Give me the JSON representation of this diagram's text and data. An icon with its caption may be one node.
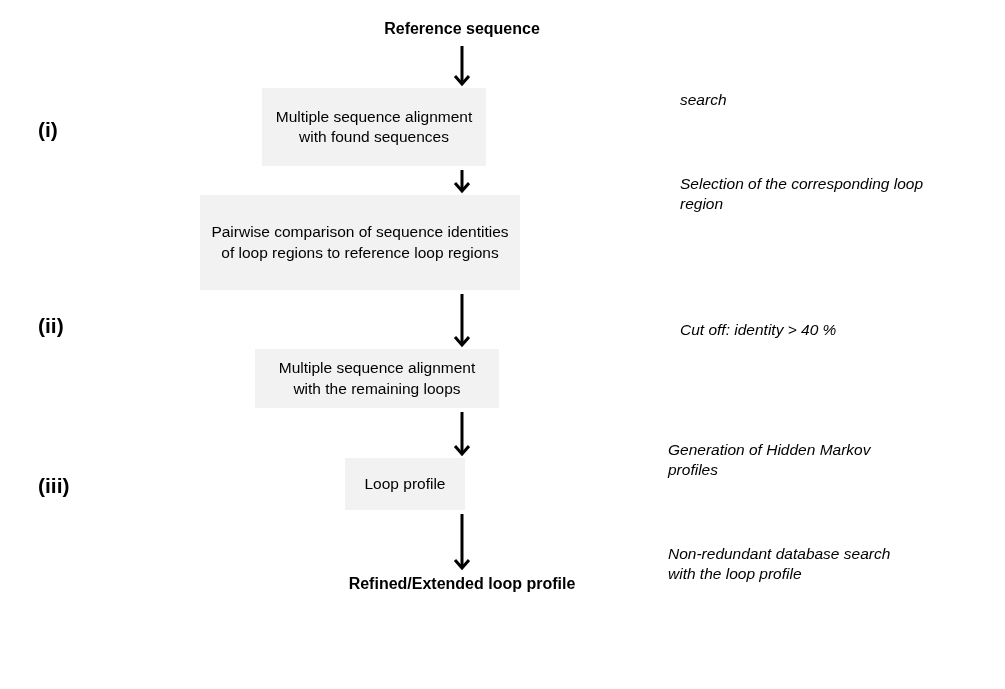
{
  "diagram": {
    "nodes": [
      {
        "text": [
          "Reference sequence"
        ]
      },
      {
        "text": [
          "Multiple sequence alignment with found sequences"
        ]
      },
      {
        "text": [
          "Pairwise comparison of sequence identities of loop regions to reference loop regions"
        ]
      },
      {
        "text": [
          "Multiple sequence alignment with the remaining loops"
        ]
      },
      {
        "text": [
          "Loop profile"
        ]
      },
      {
        "text": [
          "Refined/Extended loop profile"
        ]
      }
    ],
    "edges": [
      {
        "from": 0,
        "to": 1,
        "arrow": "to"
      },
      {
        "from": 1,
        "to": 2,
        "arrow": "to"
      },
      {
        "from": 2,
        "to": 3,
        "arrow": "to"
      },
      {
        "from": 3,
        "to": 4,
        "arrow": "to"
      },
      {
        "from": 4,
        "to": 5,
        "arrow": "to"
      }
    ],
    "labels": [
      "search",
      "(i)",
      "Selection of the corresponding loop region",
      "(ii)",
      "Cut off: identity > 40 %",
      "Generation of Hidden Markov profiles",
      "(iii)",
      "Non-redundant database search with the loop profile"
    ]
  }
}
